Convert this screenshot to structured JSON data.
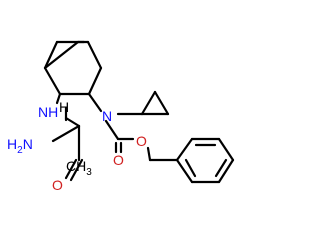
{
  "molecule": {
    "colors": {
      "bond": "#000000",
      "nitrogen": "#1010ff",
      "oxygen": "#d02020",
      "carbon": "#000000"
    },
    "atom_labels": {
      "nh": "NH",
      "n_cyclopropyl": "N",
      "h2n": "H2N",
      "ch3": "CH3",
      "o_carbonyl_1": "O",
      "o_carbonyl_2": "O",
      "o_ester": "O"
    },
    "label_parts": {
      "h2n_h": "H",
      "h2n_sub": "2",
      "h2n_n": "N",
      "ch3_c": "CH",
      "ch3_sub": "3",
      "nh_n": "N",
      "nh_h": "H",
      "stereo_h": "H"
    }
  }
}
